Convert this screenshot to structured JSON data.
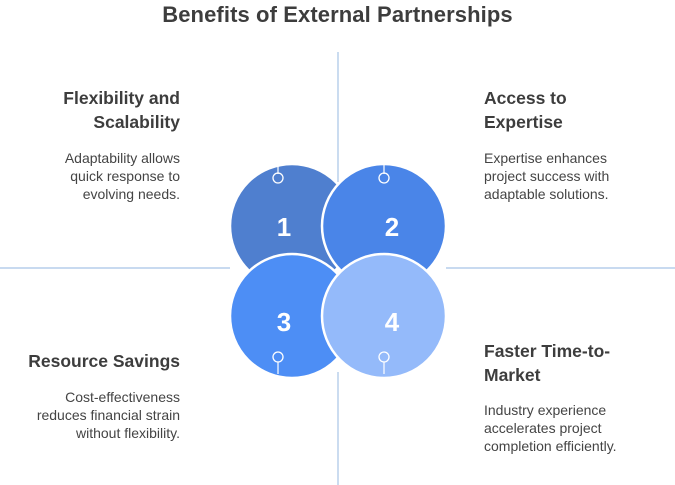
{
  "title": "Benefits of External Partnerships",
  "quadrants": [
    {
      "number": "1",
      "title_lines": [
        "Flexibility and",
        "Scalability"
      ],
      "desc_lines": [
        "Adaptability allows",
        "quick response to",
        "evolving needs."
      ],
      "color": "#4f7fcf"
    },
    {
      "number": "2",
      "title_lines": [
        "Access to",
        "Expertise"
      ],
      "desc_lines": [
        "Expertise enhances",
        "project success with",
        "adaptable solutions."
      ],
      "color": "#4a85e8"
    },
    {
      "number": "3",
      "title_lines": [
        "Resource Savings"
      ],
      "desc_lines": [
        "Cost-effectiveness",
        "reduces financial strain",
        "without flexibility."
      ],
      "color": "#4d8ef5"
    },
    {
      "number": "4",
      "title_lines": [
        "Faster Time-to-",
        "Market"
      ],
      "desc_lines": [
        "Industry experience",
        "accelerates project",
        "completion efficiently."
      ],
      "color": "#94bafa"
    }
  ],
  "colors": {
    "divider": "#a8c4e6",
    "text": "#3d3d3d",
    "number": "#ffffff"
  }
}
